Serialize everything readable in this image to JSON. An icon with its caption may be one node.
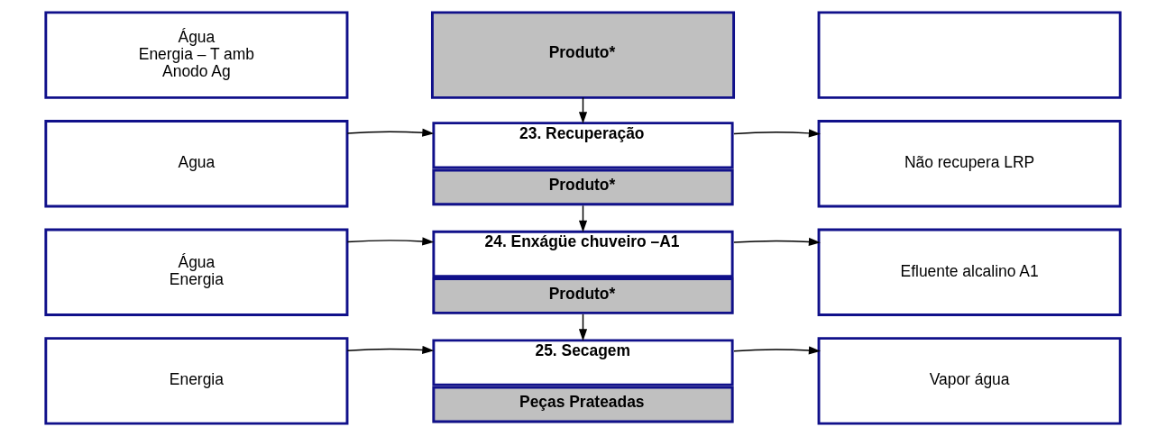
{
  "diagram": {
    "nodes": [
      {
        "text": [
          "Água",
          "Energia – T amb",
          "Anodo Ag"
        ]
      },
      {
        "text": [
          "Produto*"
        ]
      },
      {
        "text": [],
        "shape": "box"
      },
      {
        "text": [
          "Agua"
        ]
      },
      {
        "text": [
          "23. Recuperação",
          "Produto*"
        ]
      },
      {
        "text": [
          "Não recupera LRP"
        ]
      },
      {
        "text": [
          "Água",
          "Energia"
        ]
      },
      {
        "text": [
          "24. Enxágüe chuveiro –A1",
          "Produto*"
        ]
      },
      {
        "text": [
          "Efluente alcalino A1"
        ]
      },
      {
        "text": [
          "Energia"
        ]
      },
      {
        "text": [
          "25. Secagem",
          "Peças Prateadas"
        ]
      },
      {
        "text": [
          "Vapor água"
        ]
      }
    ],
    "edges": [
      {
        "from": 1,
        "to": 4,
        "arrow": "to"
      },
      {
        "from": 3,
        "to": 4,
        "arrow": "to"
      },
      {
        "from": 4,
        "to": 5,
        "arrow": "to"
      },
      {
        "from": 4,
        "to": 7,
        "arrow": "to"
      },
      {
        "from": 6,
        "to": 7,
        "arrow": "to"
      },
      {
        "from": 7,
        "to": 8,
        "arrow": "to"
      },
      {
        "from": 7,
        "to": 10,
        "arrow": "to"
      },
      {
        "from": 9,
        "to": 10,
        "arrow": "to"
      },
      {
        "from": 10,
        "to": 11,
        "arrow": "to"
      }
    ]
  }
}
